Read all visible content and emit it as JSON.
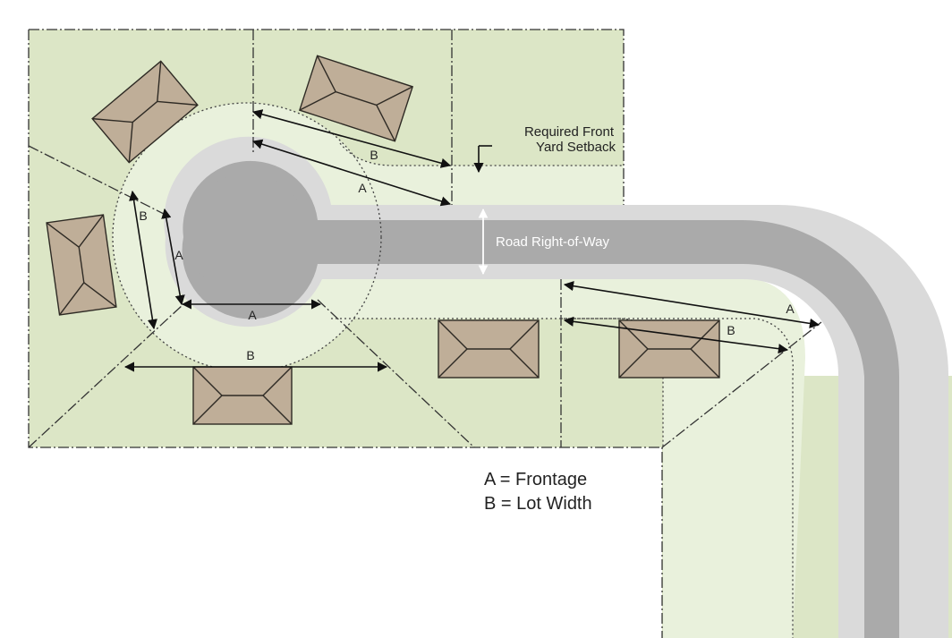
{
  "labels": {
    "setback": [
      "Required Front",
      "Yard Setback"
    ],
    "row": "Road Right-of-Way",
    "a": "A",
    "b": "B"
  },
  "legend": {
    "a": "A = Frontage",
    "b": "B = Lot Width"
  },
  "colors": {
    "lot": "#dce6c6",
    "setback_band": "#e9f1dc",
    "road_edge": "#dadada",
    "road": "#aaaaaa",
    "roof": "#bfae98",
    "roof_stroke": "#2e2a24",
    "row_arrow": "#ffffff"
  }
}
